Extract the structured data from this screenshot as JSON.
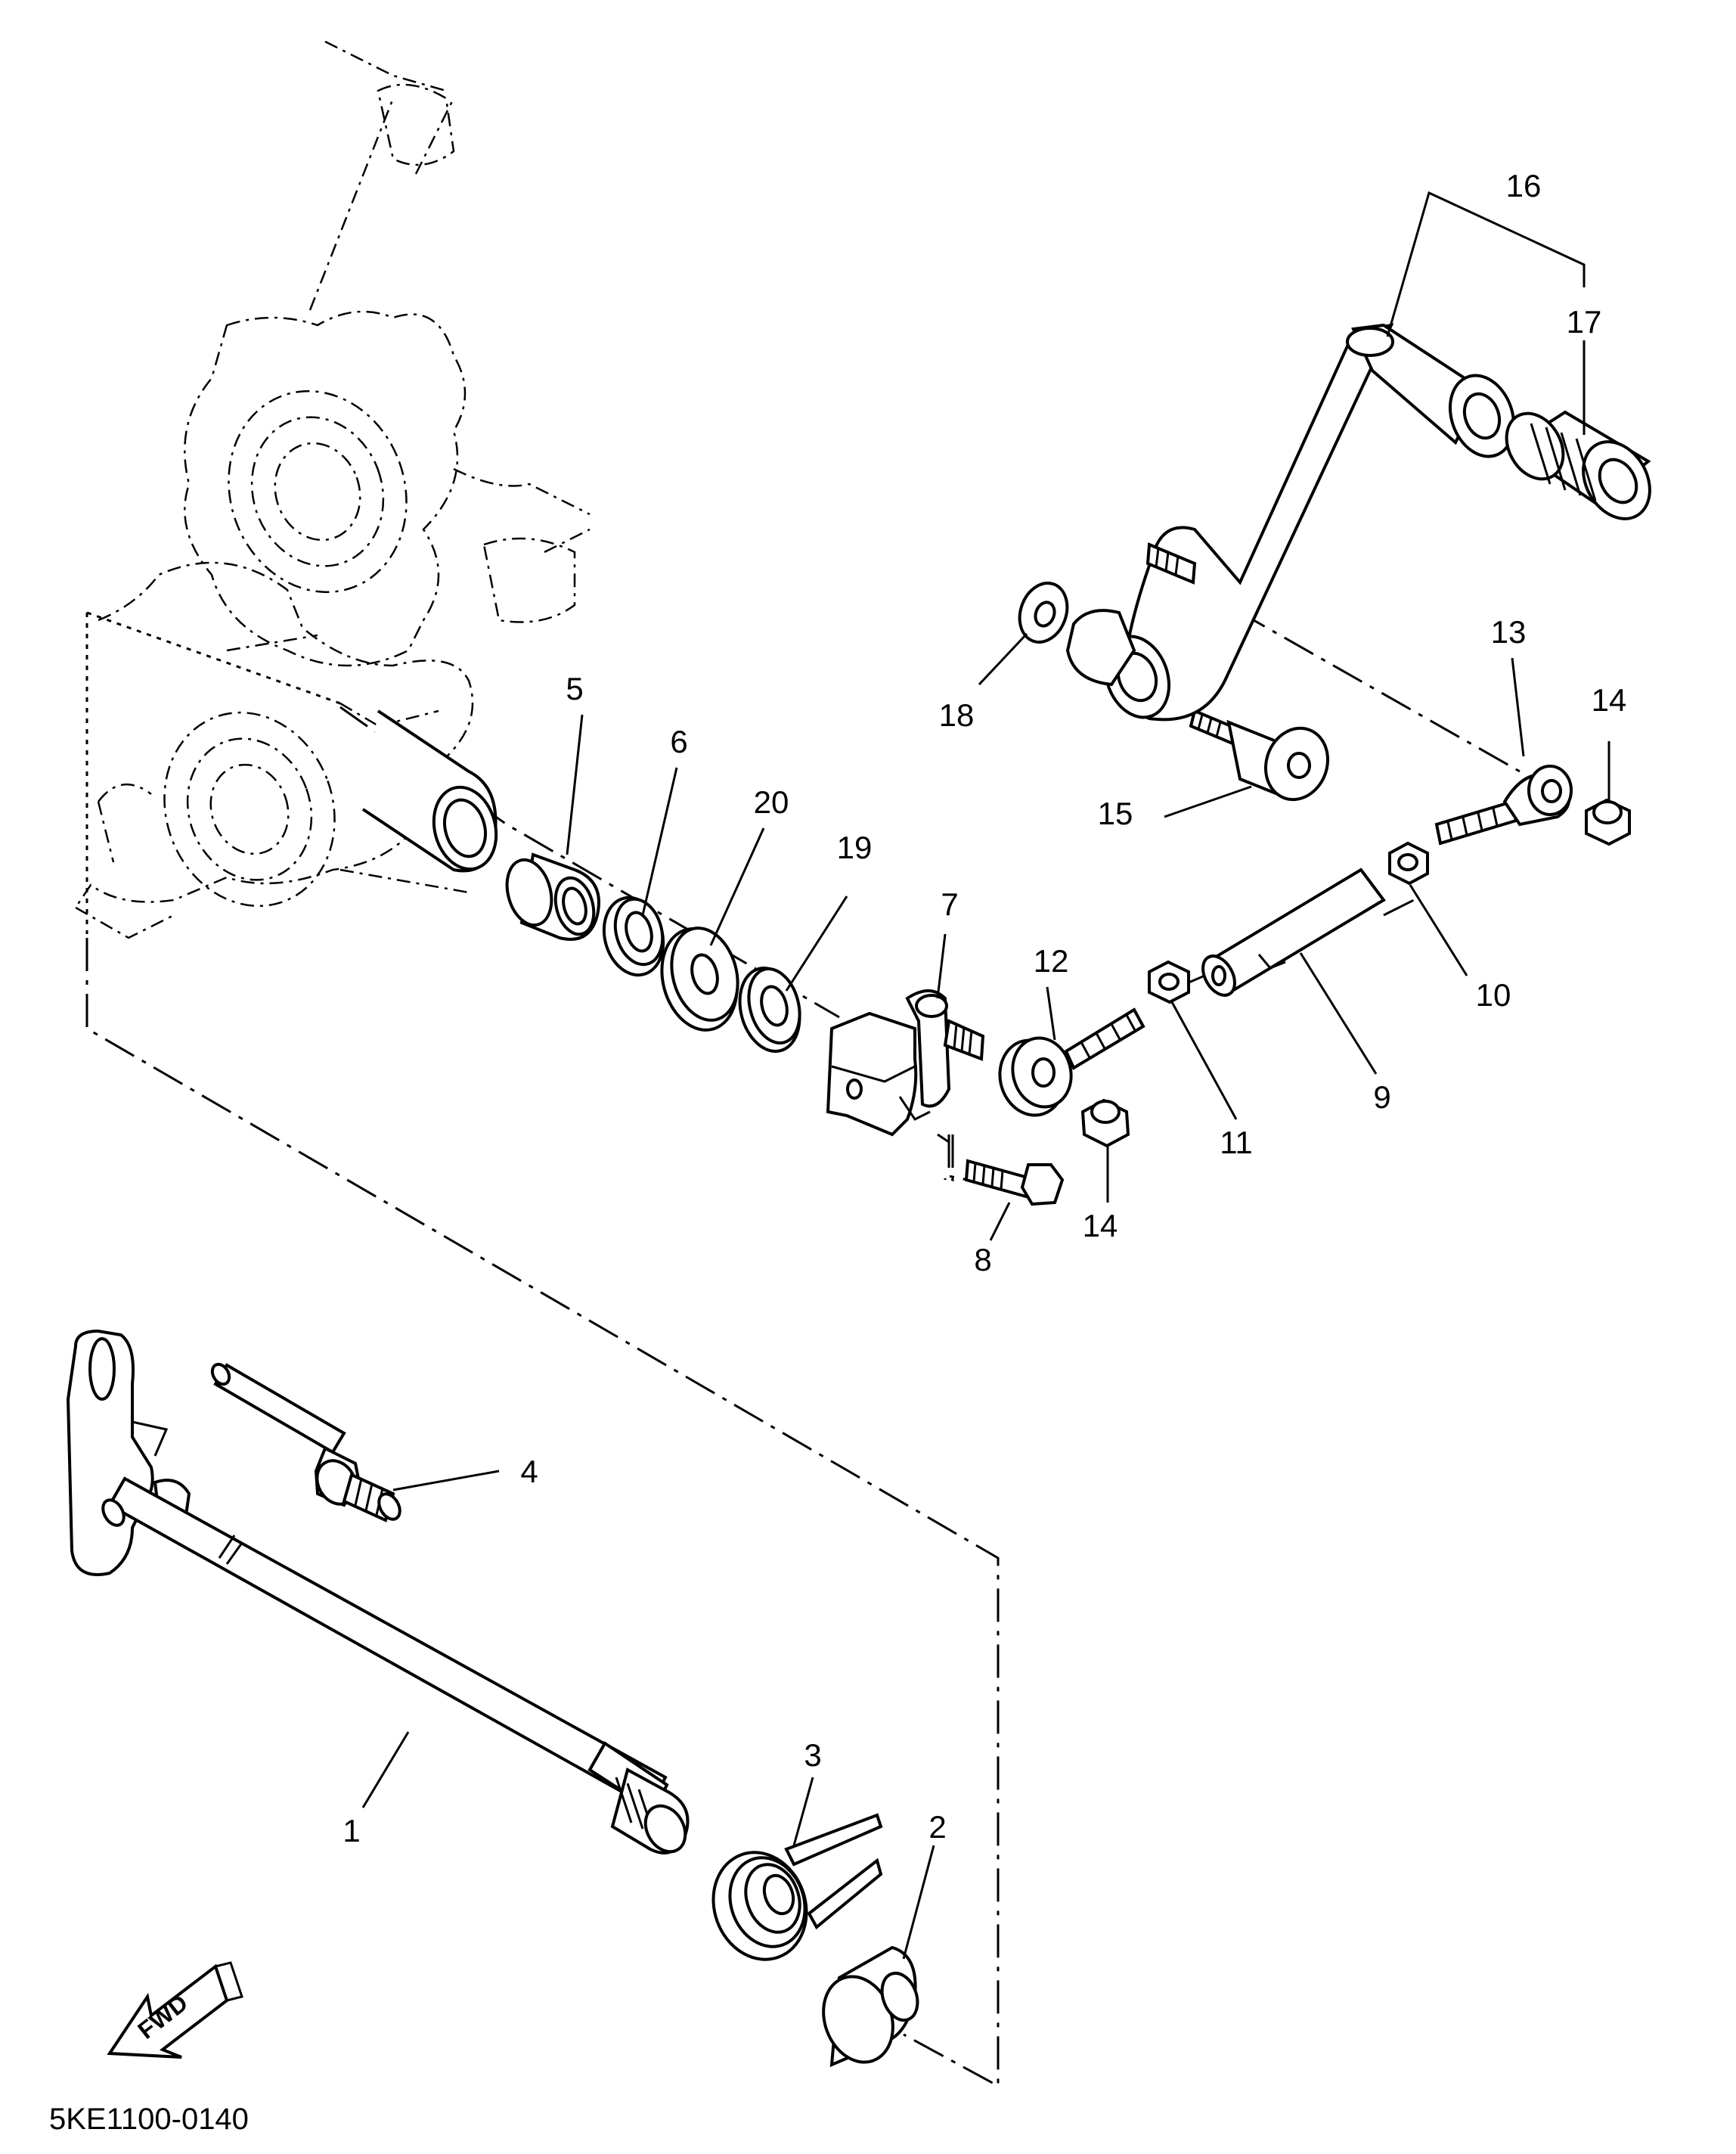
{
  "diagram": {
    "code": "5KE1100-0140",
    "fwd_label": "FWD",
    "callouts": [
      {
        "num": "1"
      },
      {
        "num": "2"
      },
      {
        "num": "3"
      },
      {
        "num": "4"
      },
      {
        "num": "5"
      },
      {
        "num": "6"
      },
      {
        "num": "7"
      },
      {
        "num": "8"
      },
      {
        "num": "9"
      },
      {
        "num": "10"
      },
      {
        "num": "11"
      },
      {
        "num": "12"
      },
      {
        "num": "13"
      },
      {
        "num": "14"
      },
      {
        "num": "14"
      },
      {
        "num": "15"
      },
      {
        "num": "16"
      },
      {
        "num": "17"
      },
      {
        "num": "18"
      },
      {
        "num": "19"
      },
      {
        "num": "20"
      }
    ]
  }
}
